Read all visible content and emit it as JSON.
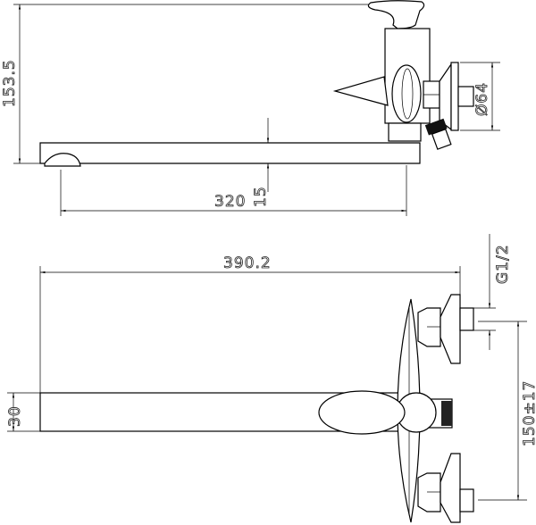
{
  "drawing": {
    "top_view": {
      "height_label": "153.5",
      "flange_diameter_label": "Ø64",
      "spout_length_label": "320",
      "spout_thickness_label": "15"
    },
    "front_view": {
      "overall_length_label": "390.2",
      "thread_label": "G1/2",
      "spout_height_label": "30",
      "center_distance_label": "150±17"
    }
  }
}
